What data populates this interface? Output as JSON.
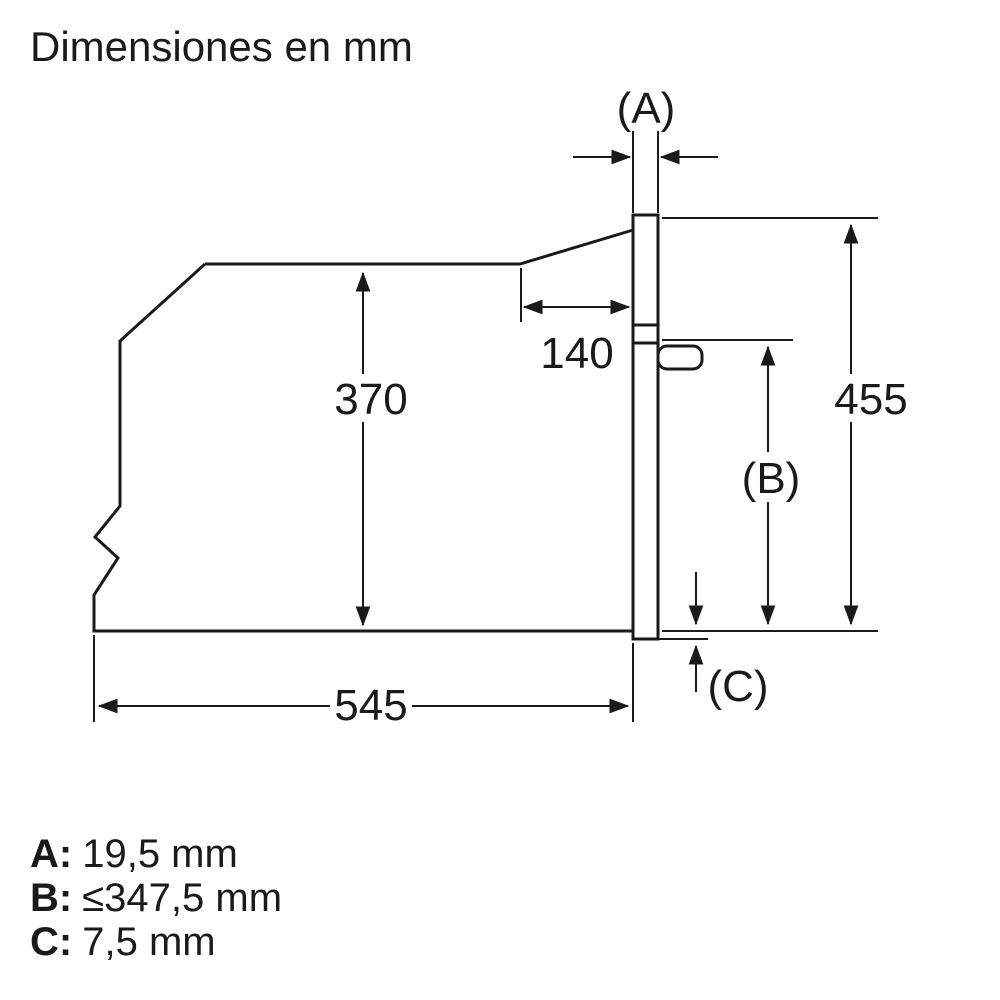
{
  "title": "Dimensiones en mm",
  "diagram": {
    "dim_a_label": "(A)",
    "dim_140": "140",
    "dim_370": "370",
    "dim_455": "455",
    "dim_b_label": "(B)",
    "dim_c_label": "(C)",
    "dim_545": "545"
  },
  "legend": [
    {
      "key": "A:",
      "value": "19,5 mm"
    },
    {
      "key": "B:",
      "value": "≤347,5 mm"
    },
    {
      "key": "C:",
      "value": "7,5 mm"
    }
  ],
  "colors": {
    "line": "#1a1a1a",
    "background": "#ffffff"
  }
}
